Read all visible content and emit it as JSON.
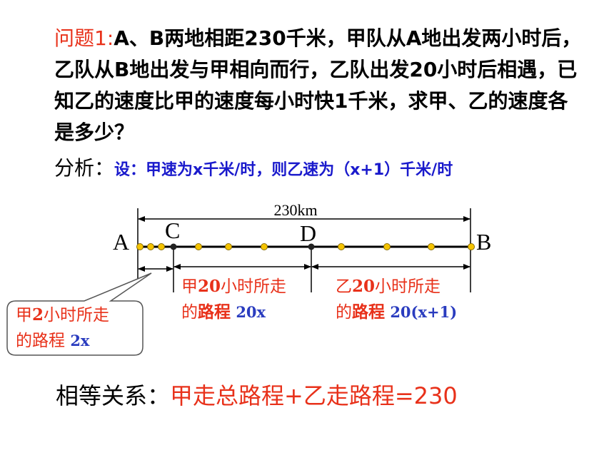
{
  "problem": {
    "label": "问题1:",
    "text": "A、B两地相距230千米，甲队从A地出发两小时后，乙队从B地出发与甲相向而行，乙队出发20小时后相遇，已知乙的速度比甲的速度每小时快1千米，求甲、乙的速度各是多少？"
  },
  "analysis": {
    "label": "分析：",
    "text": "设：甲速为x千米/时，则乙速为（x+1）千米/时"
  },
  "diagram": {
    "distance_label": "230km",
    "points": {
      "a": "A",
      "b": "B",
      "c": "C",
      "d": "D"
    },
    "jia2": {
      "part1": "甲",
      "part2": "2",
      "part3": "小时所走",
      "part4": "的路程",
      "expr": "2x"
    },
    "jia20": {
      "part1": "甲",
      "part2": "20",
      "part3": "小时所走",
      "part4": "的",
      "part5": "路程",
      "expr": "20x"
    },
    "yi20": {
      "part1": "乙",
      "part2": "20",
      "part3": "小时所走",
      "part4": "的",
      "part5": "路程",
      "expr": "20(x+1)"
    },
    "colors": {
      "line": "#000000",
      "dot": "#f5c400",
      "label": "#e8311a",
      "expr": "#2a3cbf"
    }
  },
  "relation": {
    "label": "相等关系：",
    "text": "甲走总路程+乙走路程=230"
  }
}
